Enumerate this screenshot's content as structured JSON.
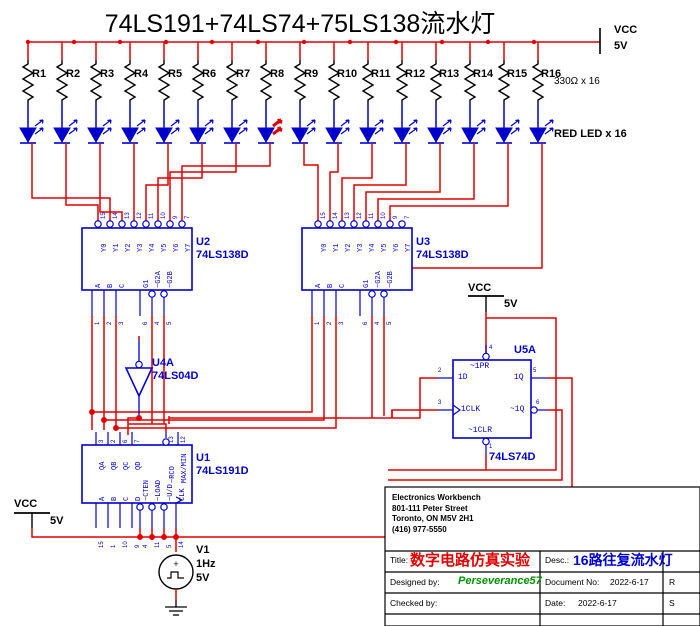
{
  "schematic": {
    "title": "74LS191+74LS74+75LS138流水灯",
    "power_rail": {
      "label": "VCC",
      "voltage": "5V"
    },
    "resistor_note": "330Ω x 16",
    "led_note": "RED LED x 16",
    "resistors": [
      {
        "ref": "R1"
      },
      {
        "ref": "R2"
      },
      {
        "ref": "R3"
      },
      {
        "ref": "R4"
      },
      {
        "ref": "R5"
      },
      {
        "ref": "R6"
      },
      {
        "ref": "R7"
      },
      {
        "ref": "R8"
      },
      {
        "ref": "R9"
      },
      {
        "ref": "R10"
      },
      {
        "ref": "R11"
      },
      {
        "ref": "R12"
      },
      {
        "ref": "R13"
      },
      {
        "ref": "R14"
      },
      {
        "ref": "R15"
      },
      {
        "ref": "R16"
      }
    ],
    "led_count": 16,
    "lit_led_index": 8,
    "components": [
      {
        "ref": "U2",
        "part": "74LS138D",
        "top_pins": [
          "15",
          "14",
          "13",
          "12",
          "11",
          "10",
          "9",
          "7"
        ],
        "out_labels": [
          "Y0",
          "Y1",
          "Y2",
          "Y3",
          "Y4",
          "Y5",
          "Y6",
          "Y7"
        ],
        "in_labels": [
          "A",
          "B",
          "C"
        ],
        "en_labels": [
          "G1",
          "~G2A",
          "~G2B"
        ],
        "bottom_pins": [
          "1",
          "2",
          "3",
          "6",
          "4",
          "5"
        ]
      },
      {
        "ref": "U3",
        "part": "74LS138D",
        "top_pins": [
          "15",
          "14",
          "13",
          "12",
          "11",
          "10",
          "9",
          "7"
        ],
        "out_labels": [
          "Y0",
          "Y1",
          "Y2",
          "Y3",
          "Y4",
          "Y5",
          "Y6",
          "Y7"
        ],
        "in_labels": [
          "A",
          "B",
          "C"
        ],
        "en_labels": [
          "G1",
          "~G2A",
          "~G2B"
        ],
        "bottom_pins": [
          "1",
          "2",
          "3",
          "6",
          "4",
          "5"
        ]
      },
      {
        "ref": "U1",
        "part": "74LS191D",
        "top_pins": [
          "3",
          "2",
          "6",
          "7",
          "13",
          "12"
        ],
        "out_labels": [
          "QA",
          "QB",
          "QC",
          "QD"
        ],
        "in_labels": [
          "A",
          "B",
          "C",
          "D"
        ],
        "ctrl_labels": [
          "~CTEN",
          "~LOAD",
          "~U/D",
          "~RCO",
          "MAX/MIN",
          "CLK"
        ],
        "bottom_pins": [
          "15",
          "1",
          "10",
          "9",
          "4",
          "11",
          "5",
          "14"
        ]
      },
      {
        "ref": "U5A",
        "part": "74LS74D",
        "pin_labels": [
          "~1PR",
          "1D",
          "1Q",
          "1CLK",
          "~1Q",
          "~1CLR"
        ],
        "pin_numbers": {
          "pr": "4",
          "d": "2",
          "q": "5",
          "clk": "3",
          "qn": "6",
          "clr": "1"
        }
      },
      {
        "ref": "U4A",
        "part": "74LS04D"
      }
    ],
    "source": {
      "ref": "V1",
      "frequency": "1Hz",
      "amplitude": "5V"
    },
    "vcc_symbols": [
      {
        "label": "VCC",
        "value": "5V"
      },
      {
        "label": "VCC",
        "value": "5V"
      },
      {
        "label": "VCC",
        "value": "5V"
      }
    ]
  },
  "title_block": {
    "company": "Electronics Workbench",
    "address1": "801-111 Peter Street",
    "address2": "Toronto, ON M5V 2H1",
    "phone": "(416) 977-5550",
    "title_label": "Title:",
    "title_value": "数字电路仿真实验",
    "desc_label": "Desc.:",
    "desc_value": "16路往复流水灯",
    "designed_label": "Designed by:",
    "designed_value": "Perseverance57",
    "document_label": "Document No:",
    "document_value": "2022-6-17",
    "rev_label": "R",
    "checked_label": "Checked by:",
    "date_label": "Date:",
    "date_value": "2022-6-17",
    "sheet_label": "S"
  }
}
